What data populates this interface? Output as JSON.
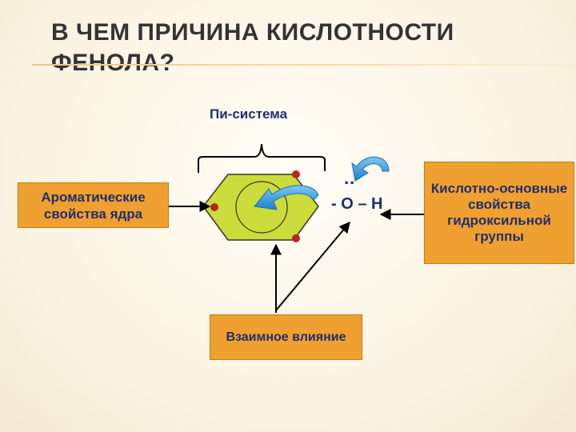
{
  "slide": {
    "title": "В чем причина кислотности фенола?"
  },
  "diagram": {
    "pi_label": "Пи-система",
    "oh_group": "- О – Н",
    "lone_pair": "..",
    "box_left": "Ароматические свойства ядра",
    "box_bottom": "Взаимное влияние",
    "box_right": "Кислотно-основные свойства гидроксильной группы"
  },
  "colors": {
    "box_fill": "#f0a030",
    "ring_fill": "#ccdc3a",
    "text_navy": "#1f2f6b",
    "curved_arrow": "#2f9be0",
    "atom_dot": "#c0241c"
  }
}
